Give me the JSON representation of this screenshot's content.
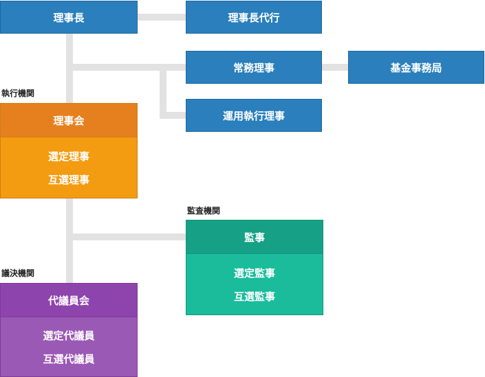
{
  "top": {
    "chairman": "理事長",
    "vice_chairman": "理事長代行",
    "standing_director": "常務理事",
    "fund_office": "基金事務局",
    "operating_director": "運用執行理事"
  },
  "executive": {
    "section_label": "執行機関",
    "title": "理事会",
    "items": [
      "選定理事",
      "互選理事"
    ]
  },
  "audit": {
    "section_label": "監査機関",
    "title": "監事",
    "items": [
      "選定監事",
      "互選監事"
    ]
  },
  "legislative": {
    "section_label": "議決機関",
    "title": "代議員会",
    "items": [
      "選定代議員",
      "互選代議員"
    ]
  },
  "colors": {
    "blue": "#2a7fbc",
    "orange_head": "#e6801f",
    "orange_body": "#f39c12",
    "teal_head": "#16a085",
    "teal_body": "#1abc9c",
    "purple_head": "#8e44ad",
    "purple_body": "#9b59b6",
    "connector": "#e2e2e2"
  }
}
